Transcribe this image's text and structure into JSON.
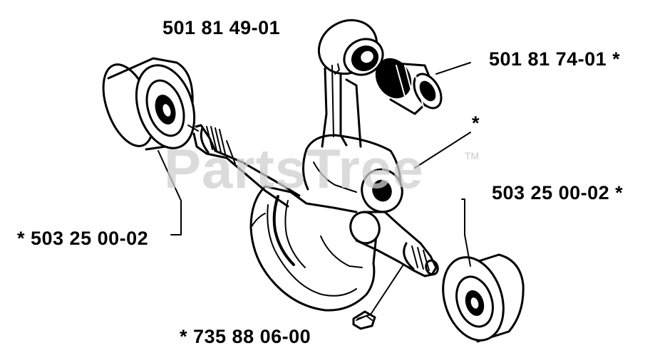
{
  "watermark": {
    "text": "PartsTree",
    "tm": "TM"
  },
  "parts": {
    "crankshaft": "501 81 49-01",
    "needle_bearing": "501 81 74-01 *",
    "bearing_left": "* 503 25 00-02",
    "bearing_right": "503 25 00-02 *",
    "key": "* 735 88 06-00",
    "seal_marker": "*"
  }
}
